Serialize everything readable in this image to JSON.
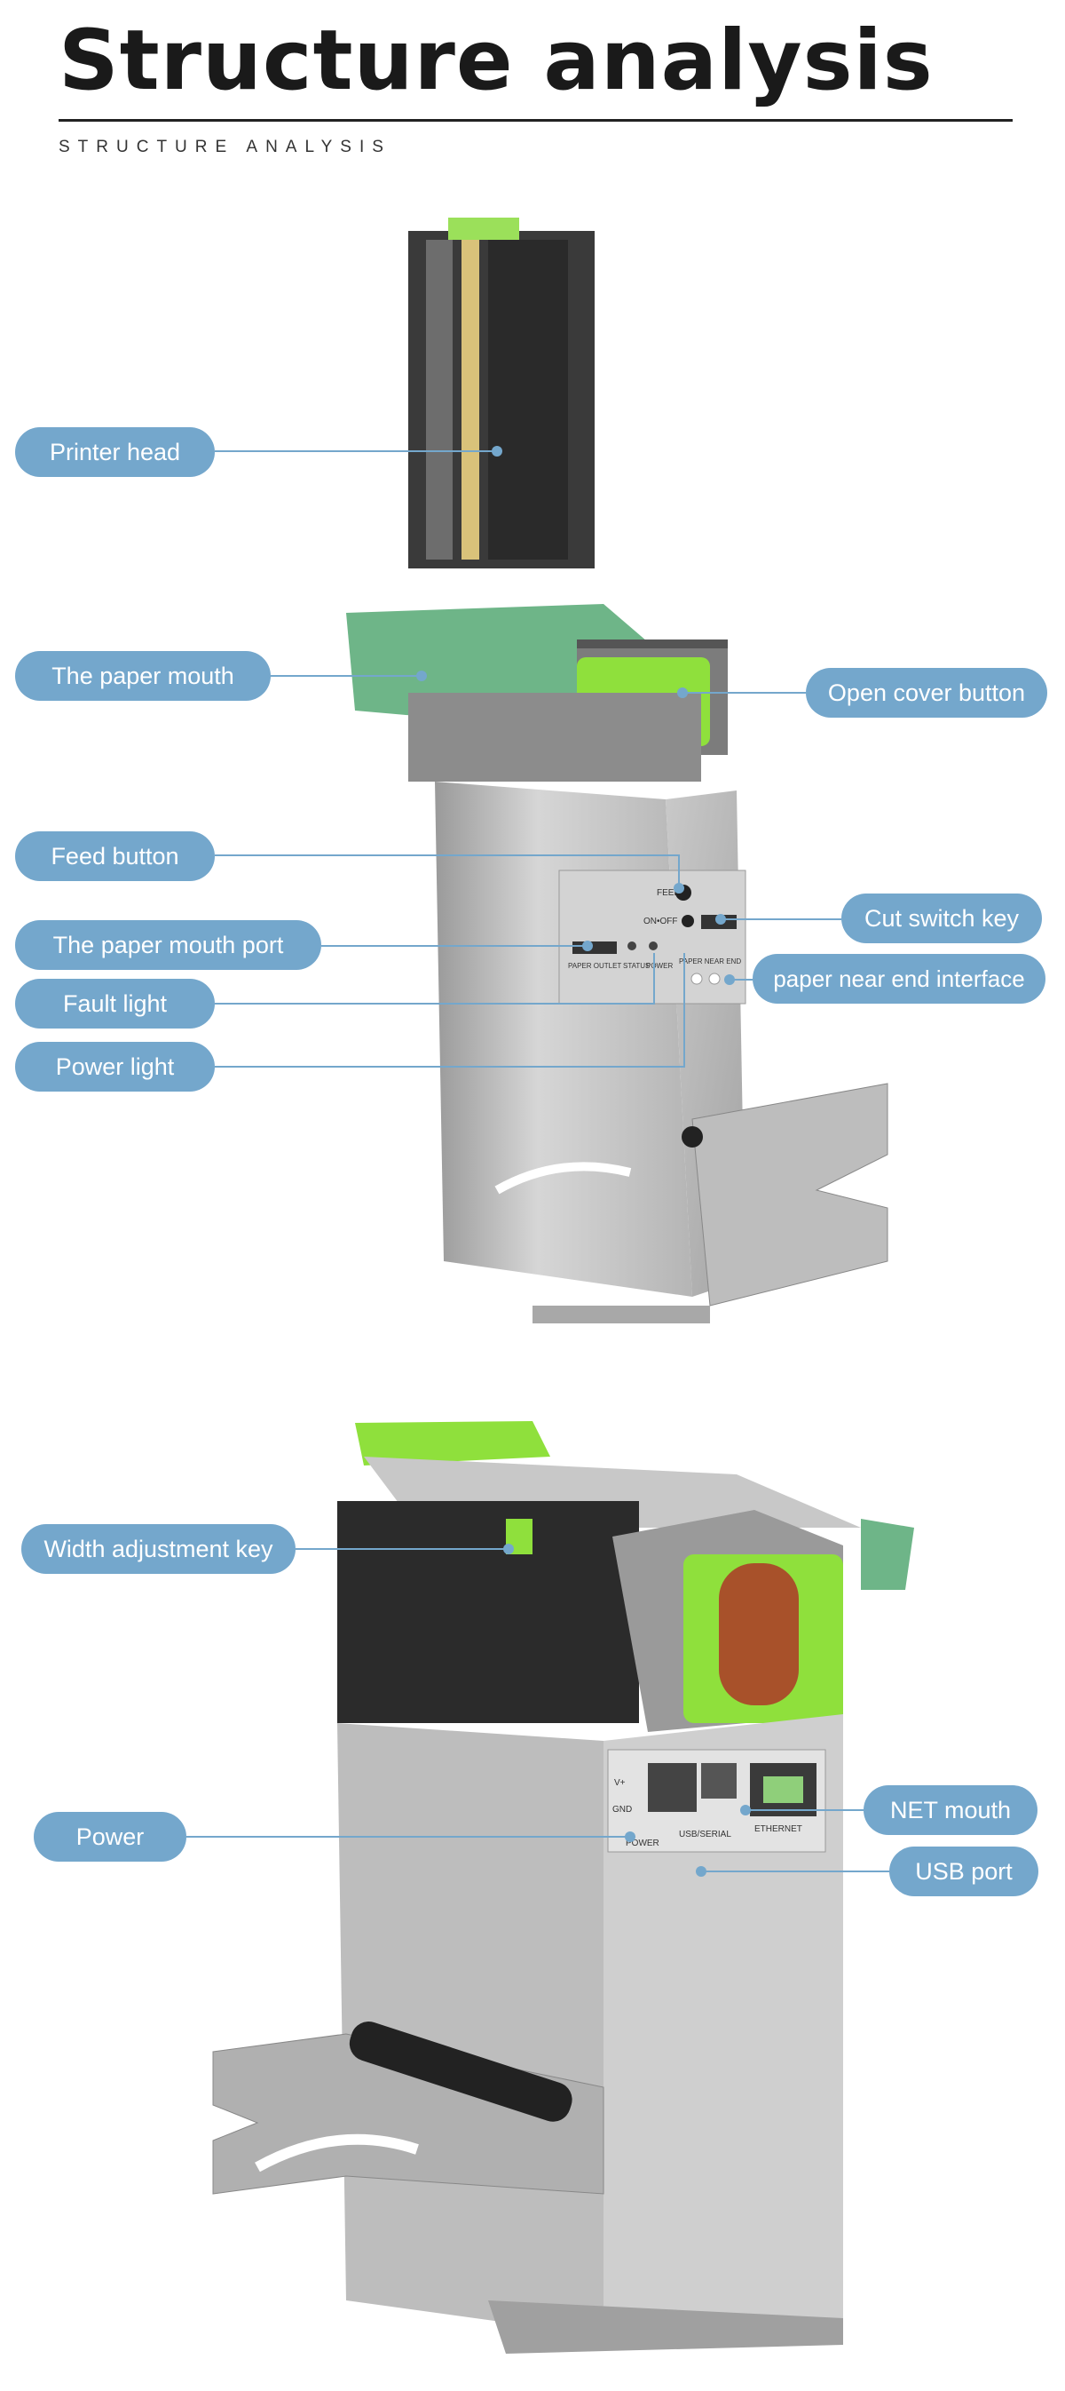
{
  "header": {
    "title": "Structure analysis",
    "subtitle": "STRUCTURE ANALYSIS"
  },
  "labels": {
    "printer_head": "Printer head",
    "paper_mouth": "The paper mouth",
    "open_cover_button": "Open cover button",
    "feed_button": "Feed button",
    "cut_switch_key": "Cut switch key",
    "paper_mouth_port": "The paper mouth port",
    "paper_near_end_interface": "paper near end interface",
    "fault_light": "Fault light",
    "power_light": "Power light",
    "width_adjustment_key": "Width adjustment key",
    "net_mouth": "NET mouth",
    "power": "Power",
    "usb_port": "USB port"
  },
  "panel_markings": {
    "feed": "FEED",
    "on_off": "ON•OFF",
    "paper_outlet": "PAPER OUTLET",
    "status": "STATUS",
    "power": "POWER",
    "paper_near_end": "PAPER NEAR END",
    "v_plus": "V+",
    "gnd": "GND",
    "power_port": "POWER",
    "usb_serial": "USB/SERIAL",
    "ethernet": "ETHERNET"
  },
  "colors": {
    "label_bg": "#74a7cc",
    "accent_green": "#8fe03c",
    "cover_green": "#3ea86a"
  }
}
